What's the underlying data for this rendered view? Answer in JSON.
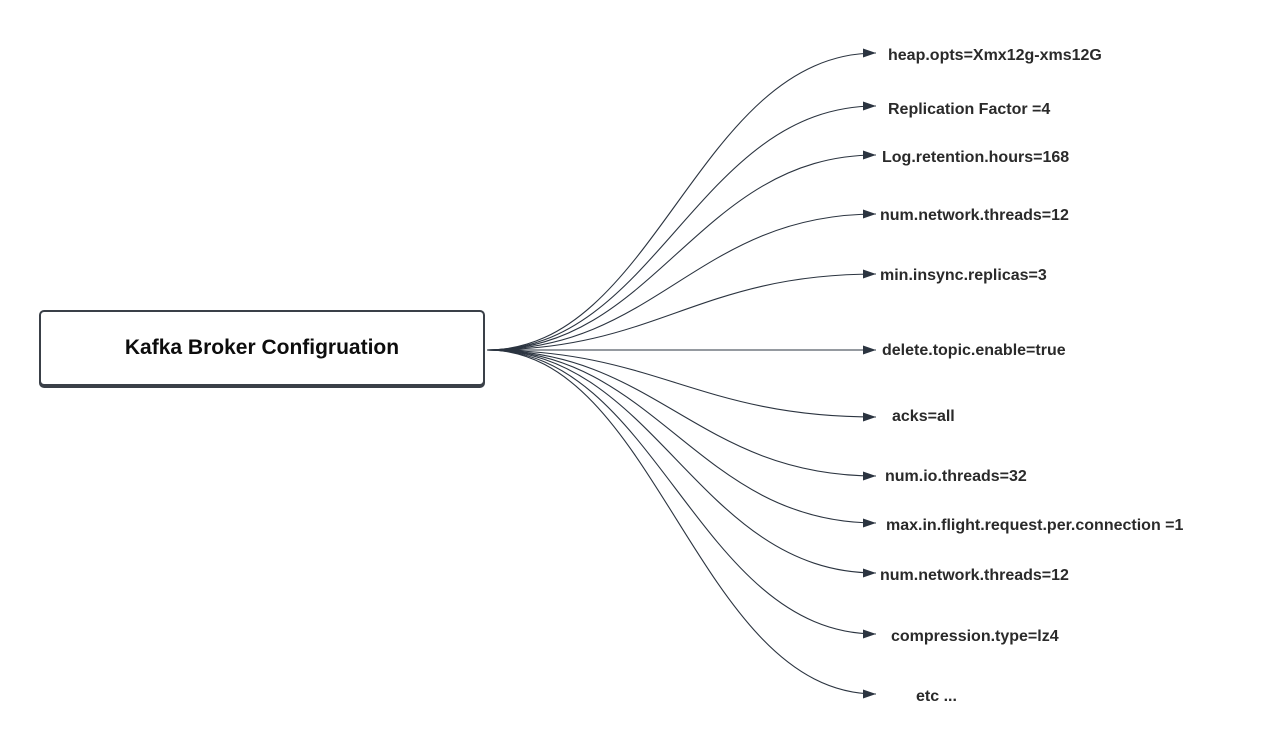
{
  "root": {
    "label": "Kafka Broker Configruation"
  },
  "leaves": [
    "heap.opts=Xmx12g-xms12G",
    "Replication Factor =4",
    "Log.retention.hours=168",
    "num.network.threads=12",
    "min.insync.replicas=3",
    "delete.topic.enable=true",
    "acks=all",
    "num.io.threads=32",
    "max.in.flight.request.per.connection =1",
    "num.network.threads=12",
    "compression.type=lz4",
    "etc ..."
  ],
  "colors": {
    "line": "#2b3440",
    "text": "#2a2a2a",
    "box_border": "#3a4048"
  }
}
